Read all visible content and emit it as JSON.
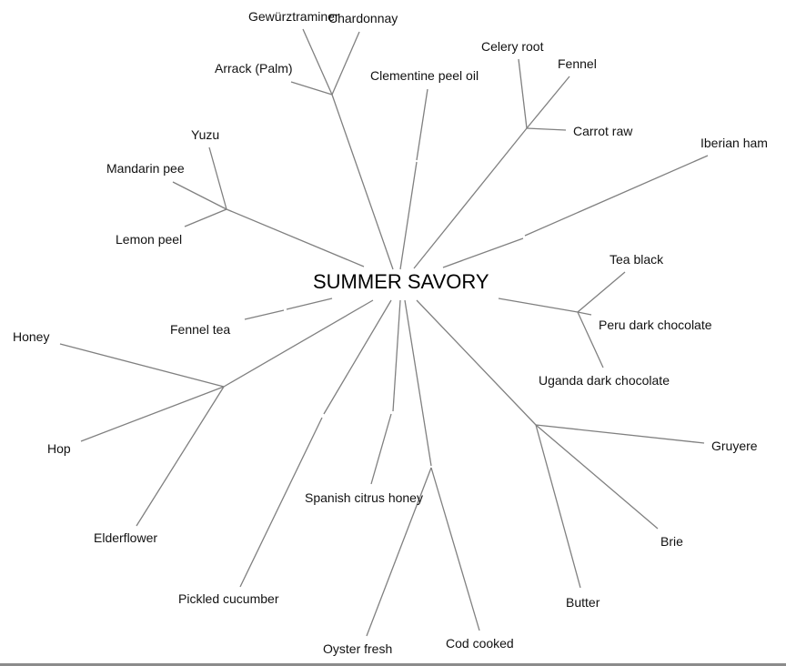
{
  "diagram": {
    "type": "radial-tree",
    "root": {
      "label": "SUMMER SAVORY"
    },
    "colors": {
      "edge": "#808080",
      "text": "#111111",
      "border": "#8c8c8c"
    },
    "clusters": [
      {
        "name": "wine-spirits",
        "leaves": [
          "Gewürztraminer",
          "Chardonnay",
          "Arrack (Palm)"
        ]
      },
      {
        "name": "clementine",
        "leaves": [
          "Clementine peel oil"
        ]
      },
      {
        "name": "vegetables",
        "leaves": [
          "Celery root",
          "Fennel",
          "Carrot raw"
        ]
      },
      {
        "name": "ham",
        "leaves": [
          "Iberian ham"
        ]
      },
      {
        "name": "tea-chocolate",
        "leaves": [
          "Tea black",
          "Peru dark chocolate",
          "Uganda dark chocolate"
        ]
      },
      {
        "name": "cheese-dairy",
        "leaves": [
          "Gruyere",
          "Brie",
          "Butter"
        ]
      },
      {
        "name": "seafood",
        "leaves": [
          "Oyster fresh",
          "Cod cooked"
        ]
      },
      {
        "name": "honey",
        "leaves": [
          "Spanish citrus honey"
        ]
      },
      {
        "name": "cucumber",
        "leaves": [
          "Pickled cucumber"
        ]
      },
      {
        "name": "floral",
        "leaves": [
          "Honey",
          "Hop",
          "Elderflower"
        ]
      },
      {
        "name": "fennel-tea",
        "leaves": [
          "Fennel tea"
        ]
      },
      {
        "name": "citrus-peel",
        "leaves": [
          "Yuzu",
          "Mandarin pee",
          "Lemon peel"
        ]
      }
    ],
    "labels": {
      "gewurztraminer": "Gewürztraminer",
      "chardonnay": "Chardonnay",
      "arrack": "Arrack (Palm)",
      "clementine": "Clementine peel oil",
      "celery": "Celery root",
      "fennel": "Fennel",
      "carrot": "Carrot raw",
      "iberian": "Iberian ham",
      "yuzu": "Yuzu",
      "mandarin": "Mandarin pee",
      "lemon": "Lemon peel",
      "tea": "Tea black",
      "peru": "Peru dark chocolate",
      "uganda": "Uganda dark chocolate",
      "fenneltea": "Fennel tea",
      "honey": "Honey",
      "hop": "Hop",
      "elderflower": "Elderflower",
      "spanish": "Spanish citrus honey",
      "pickled": "Pickled cucumber",
      "oyster": "Oyster fresh",
      "cod": "Cod cooked",
      "gruyere": "Gruyere",
      "brie": "Brie",
      "butter": "Butter"
    }
  }
}
